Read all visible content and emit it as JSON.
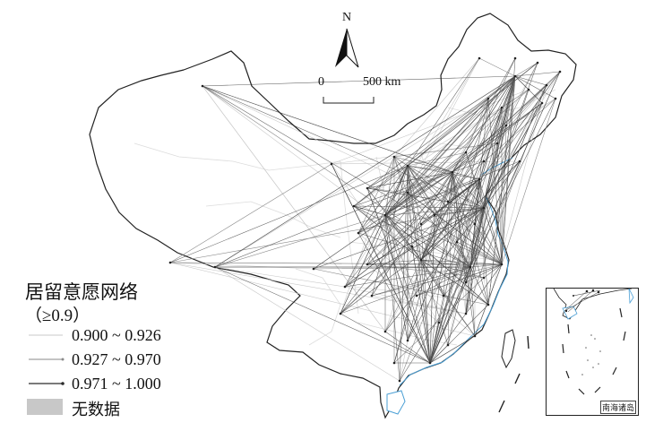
{
  "map": {
    "north_label": "N",
    "scale_labels": [
      "0",
      "500 km"
    ]
  },
  "legend": {
    "title": "居留意愿网络",
    "subtitle": "（≥0.9）",
    "items": [
      {
        "label": "0.900 ~ 0.926",
        "color": "#c9c9c9"
      },
      {
        "label": "0.927 ~ 0.970",
        "color": "#8a8a8a"
      },
      {
        "label": "0.971 ~ 1.000",
        "color": "#2b2b2b"
      }
    ],
    "no_data_label": "无数据",
    "no_data_color": "#c8c8c8"
  },
  "inset": {
    "label": "南海诸岛"
  },
  "colors": {
    "coast": "#4a9fd5",
    "boundary": "#222222",
    "province": "#dddddd"
  }
}
